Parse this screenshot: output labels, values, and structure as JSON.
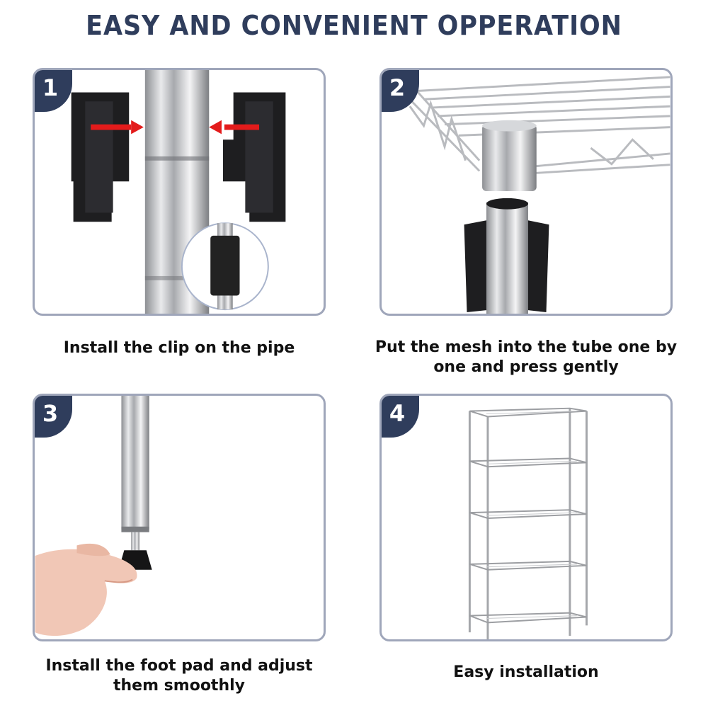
{
  "title": "EASY AND CONVENIENT OPPERATION",
  "steps": [
    {
      "number": "1",
      "caption": "Install the clip on the pipe"
    },
    {
      "number": "2",
      "caption": "Put the mesh into the tube one by one and press gently"
    },
    {
      "number": "3",
      "caption": "Install the foot pad and adjust them smoothly"
    },
    {
      "number": "4",
      "caption": "Easy installation"
    }
  ],
  "icons": {
    "step1": "clip-and-pipe-icon",
    "step2": "shelf-sleeve-icon",
    "step3": "foot-pad-icon",
    "step4": "wire-shelving-unit-icon"
  },
  "colors": {
    "title": "#2f3d5c",
    "badge": "#2f3d5c",
    "panel_border": "#9fa6ba",
    "arrow": "#e31b1b"
  }
}
